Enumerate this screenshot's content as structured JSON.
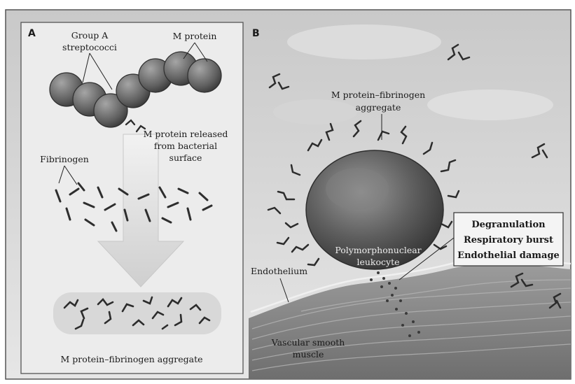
{
  "panel_a": {
    "letter": "A",
    "group_a_streptococci": [
      "Group A",
      "streptococci"
    ],
    "m_protein": "M protein",
    "m_protein_released": [
      "M protein released",
      "from bacterial",
      "surface"
    ],
    "fibrinogen": "Fibrinogen",
    "aggregate_caption": "M protein–fibrinogen aggregate"
  },
  "panel_b": {
    "letter": "B",
    "aggregate_label": [
      "M protein–fibrinogen",
      "aggregate"
    ],
    "leukocyte_label": [
      "Polymorphonuclear",
      "leukocyte"
    ],
    "endothelium": "Endothelium",
    "smooth_muscle": [
      "Vascular smooth",
      "muscle"
    ],
    "effects": [
      "Degranulation",
      "Respiratory burst",
      "Endothelial damage"
    ]
  },
  "colors": {
    "panel_a_bg": "#ededed",
    "panel_b_sky": "#d6d6d6",
    "tissue": "#8a8a8a",
    "cell": "#5a5a5a",
    "box_border": "#333333"
  }
}
